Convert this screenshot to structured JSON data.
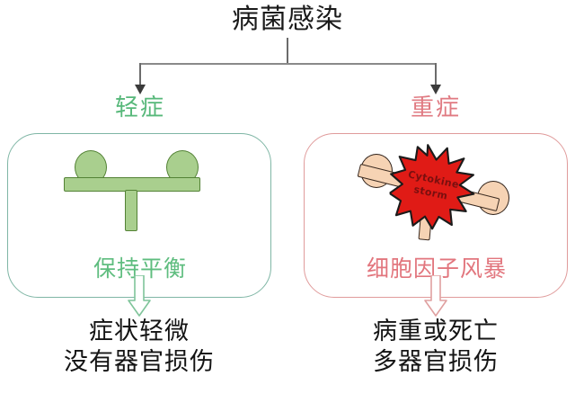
{
  "diagram": {
    "title": "病菌感染",
    "colors": {
      "mild_accent": "#57b87a",
      "severe_accent": "#e07a82",
      "mild_panel_border": "#7fb6a5",
      "severe_panel_border": "#e09b9b",
      "green_fill": "#a9cf8e",
      "green_stroke": "#538235",
      "peach_fill": "#f6d3b4",
      "peach_stroke": "#3a2a20",
      "burst_fill": "#e01b16",
      "burst_text": "#7a0f0f",
      "outcome_text": "#141414",
      "connector": "#6b6b6b"
    },
    "branches": [
      {
        "id": "mild",
        "label": "轻症",
        "panel_caption": "保持平衡",
        "outcome_line1": "症状轻微",
        "outcome_line2": "没有器官损伤"
      },
      {
        "id": "severe",
        "label": "重症",
        "panel_caption": "细胞因子风暴",
        "burst_line1": "Cytokine",
        "burst_line2": "storm",
        "outcome_line1": "病重或死亡",
        "outcome_line2": "多器官损伤"
      }
    ]
  }
}
